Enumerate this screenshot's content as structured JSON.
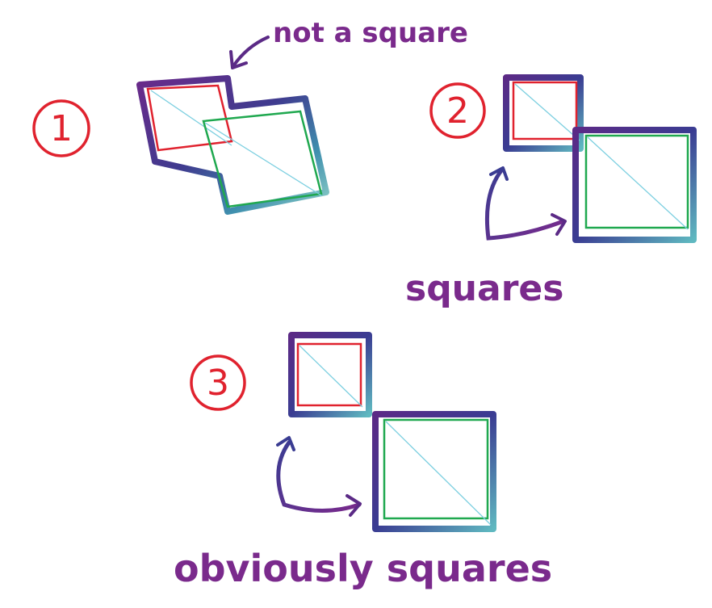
{
  "figure": {
    "panels": [
      {
        "number": "1",
        "annotation": "not a square"
      },
      {
        "number": "2",
        "annotation": "squares"
      },
      {
        "number": "3",
        "annotation": "obviously squares"
      }
    ]
  },
  "colors": {
    "number_ring": "#e0222e",
    "small_square": "#e0222e",
    "large_square": "#1fa84f",
    "diagonal": "#7ccfe0",
    "outline_purple": "#5b2a86",
    "outline_teal": "#5fb8c0",
    "handwriting": "#7a2a8c"
  }
}
